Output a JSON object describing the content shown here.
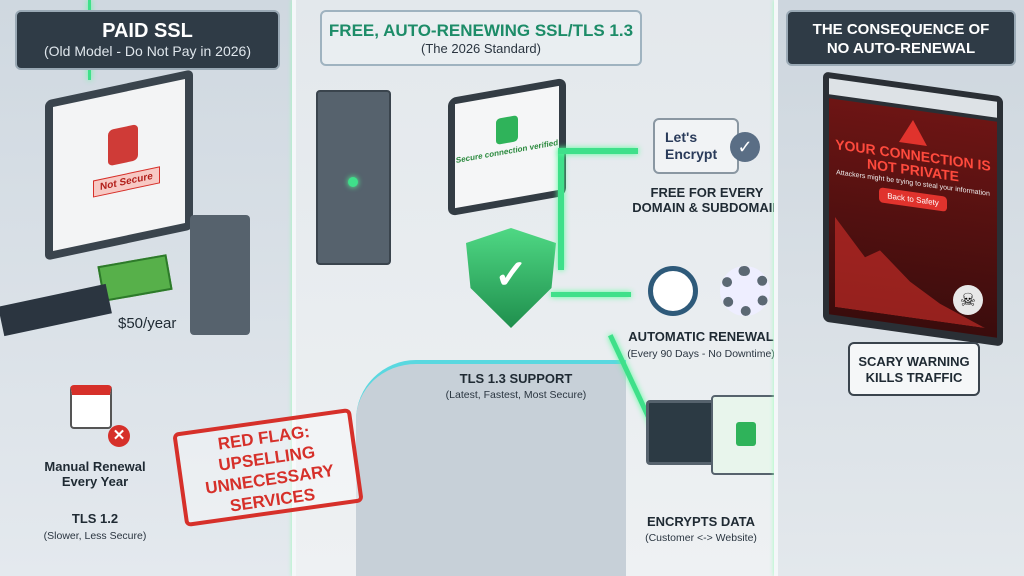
{
  "left": {
    "title": "PAID SSL",
    "subtitle": "(Old Model - Do Not Pay in 2026)",
    "browser_warning": "Not Secure",
    "price": "$50/year",
    "renewal_label": "Manual Renewal Every Year",
    "tls_label": "TLS 1.2",
    "tls_sub": "(Slower, Less Secure)",
    "stamp": [
      "RED FLAG:",
      "UPSELLING",
      "UNNECESSARY",
      "SERVICES"
    ]
  },
  "center": {
    "title": "FREE, AUTO-RENEWING SSL/TLS 1.3",
    "subtitle": "(The 2026 Standard)",
    "tablet_text": "Secure connection verified",
    "letsencrypt": [
      "Let's",
      "Encrypt"
    ],
    "free_label": "FREE FOR EVERY DOMAIN & SUBDOMAIN",
    "renewal_label": "AUTOMATIC RENEWAL",
    "renewal_sub": "(Every 90 Days - No Downtime)",
    "tls_label": "TLS 1.3 SUPPORT",
    "tls_sub": "(Latest, Fastest, Most Secure)",
    "encrypt_label": "ENCRYPTS DATA",
    "encrypt_sub": "(Customer <-> Website)"
  },
  "right": {
    "title": "THE CONSEQUENCE OF NO AUTO-RENEWAL",
    "warning_title": "YOUR CONNECTION IS NOT PRIVATE",
    "warning_text": "Attackers might be trying to steal your information",
    "back_button": "Back to Safety",
    "caption": "SCARY WARNING KILLS TRAFFIC"
  },
  "colors": {
    "accent_green": "#2fc46f",
    "danger_red": "#d6302a",
    "dark_box": "#2f3b46"
  }
}
